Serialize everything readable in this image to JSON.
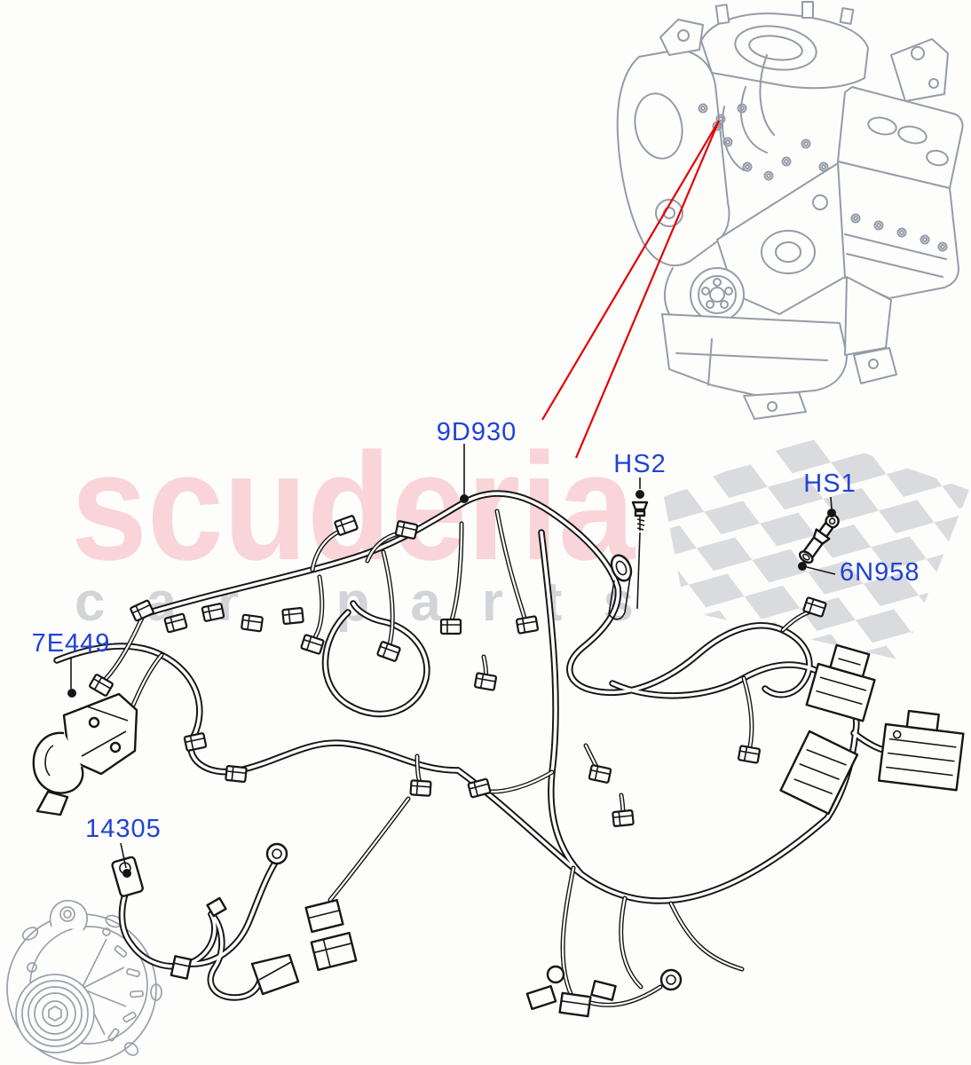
{
  "diagram": {
    "watermark": {
      "brand": "scuderia",
      "tagline": "car parts"
    },
    "callouts": {
      "harness": "9D930",
      "hs2": "HS2",
      "hs1": "HS1",
      "stud": "6N958",
      "bracket": "7E449",
      "cable": "14305"
    },
    "colors": {
      "callout_blue": "#2142d6",
      "leader_red": "#e60000",
      "engine_gray": "#959ca6",
      "checker_gray": "#d9dbdf",
      "watermark_pink": "#f9d4d8",
      "watermark_gray": "#d2d4d8",
      "artwork_black": "#161616"
    }
  }
}
